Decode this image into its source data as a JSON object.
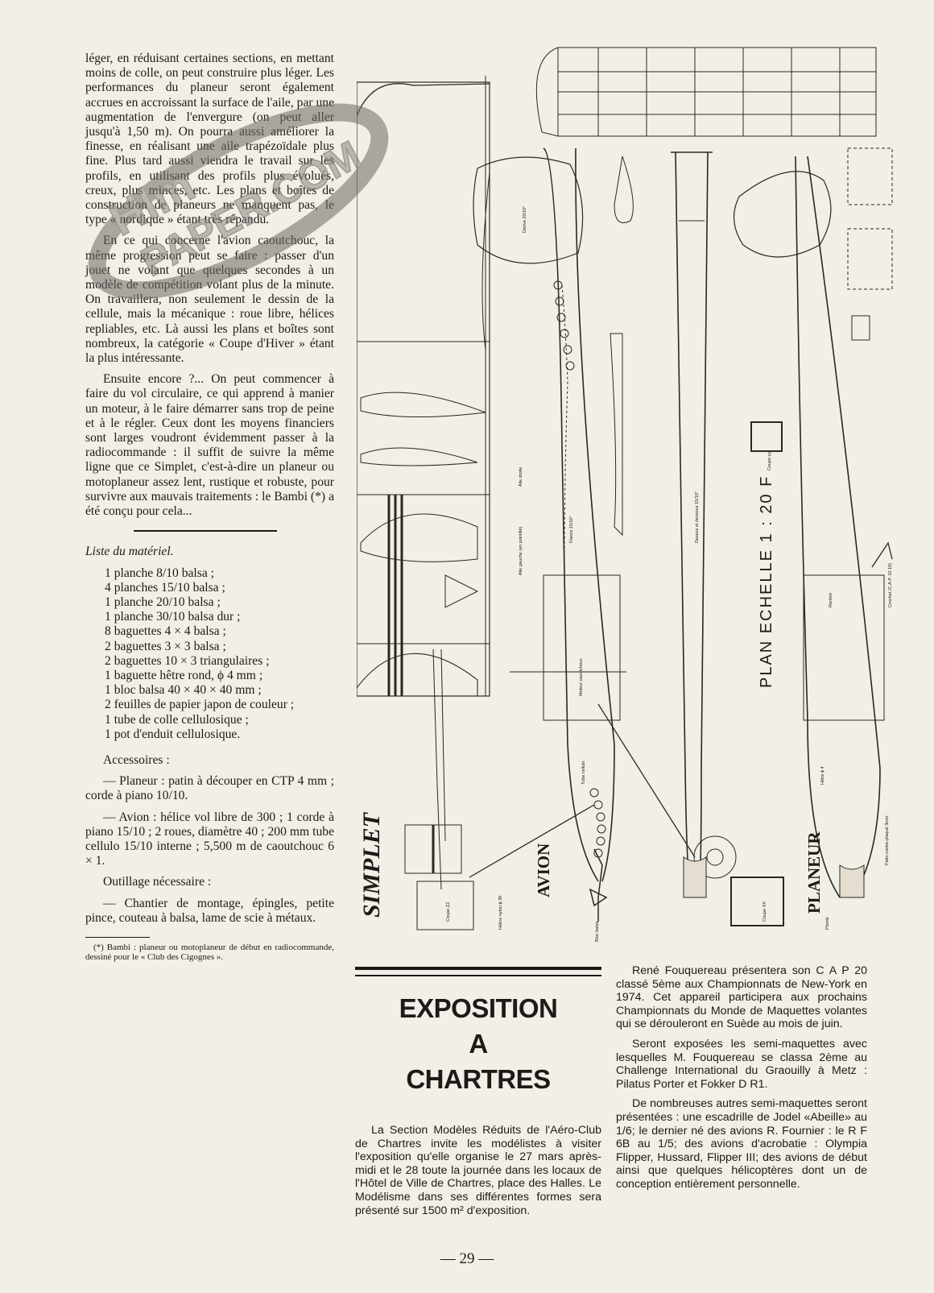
{
  "left_column": {
    "paragraphs": [
      "léger, en réduisant certaines sections, en mettant moins de colle, on peut construire plus léger. Les performances du planeur seront également accrues en accroissant la surface de l'aile, par une augmentation de l'envergure (on peut aller jusqu'à 1,50 m). On pourra aussi améliorer la finesse, en réalisant une aile trapézoïdale plus fine. Plus tard aussi viendra le travail sur les profils, en utilisant des profils plus évolués, creux, plus minces, etc. Les plans et boîtes de construction de planeurs ne manquent pas, le type « nordique » étant très répandu.",
      "En ce qui concerne l'avion caoutchouc, la même progression peut se faire : passer d'un jouet ne volant que quelques secondes à un modèle de compétition volant plus de la minute. On travaillera, non seulement le dessin de la cellule, mais la mécanique : roue libre, hélices repliables, etc. Là aussi les plans et boîtes sont nombreux, la catégorie « Coupe d'Hiver » étant la plus intéressante.",
      "Ensuite encore ?... On peut commencer à faire du vol circulaire, ce qui apprend à manier un moteur, à le faire démarrer sans trop de peine et à le régler. Ceux dont les moyens financiers sont larges voudront évidemment passer à la radiocommande : il suffit de suivre la même ligne que ce Simplet, c'est-à-dire un planeur ou motoplaneur assez lent, rustique et robuste, pour survivre aux mauvais traitements : le Bambi (*) a été conçu pour cela..."
    ],
    "liste_title": "Liste du matériel.",
    "materials": [
      "1 planche 8/10 balsa ;",
      "4 planches 15/10 balsa ;",
      "1 planche 20/10 balsa ;",
      "1 planche 30/10 balsa dur ;",
      "8 baguettes 4 × 4 balsa ;",
      "2 baguettes 3 × 3 balsa ;",
      "2 baguettes 10 × 3 triangulaires ;",
      "1 baguette hêtre rond, ϕ 4 mm ;",
      "1 bloc balsa 40 × 40 × 40 mm ;",
      "2 feuilles de papier japon de couleur ;",
      "1 tube de colle cellulosique ;",
      "1 pot d'enduit cellulosique."
    ],
    "accessoires_title": "Accessoires :",
    "accessoires": [
      "— Planeur : patin à découper en CTP 4 mm ; corde à piano 10/10.",
      "— Avion : hélice vol libre de 300 ; 1 corde à piano 15/10 ; 2 roues, diamètre 40 ; 200 mm tube cellulo 15/10 interne ; 5,500 m de caoutchouc 6 × 1."
    ],
    "outillage_title": "Outillage nécessaire :",
    "outillage": "— Chantier de montage, épingles, petite pince, couteau à balsa, lame de scie à métaux.",
    "footnote": "(*) Bambi : planeur ou motoplaneur de début en radiocommande, dessiné pour le « Club des Cigognes »."
  },
  "plan": {
    "simplet_label": "SIMPLET",
    "avion_label": "AVION",
    "planeur_label": "PLANEUR",
    "scale_label": "PLAN ECHELLE 1 : 20 F",
    "small_labels": {
      "coupe_yy": "Coupe yy",
      "coupe_xx": "Coupe XX",
      "coupe_zz": "Coupe ZZ",
      "aile_droite": "Aile droite",
      "aile_gauche": "Aile gauche (en pointillé)",
      "derive": "Dérive 20/10°",
      "flancs": "Flancs 15/10°",
      "tube_cellulo": "Tube cellulo",
      "moteur": "Moteur caoutchouc",
      "renfort": "Renfort",
      "crochet": "Crochet (C.A.P. 10 10)",
      "patin": "Patin contre-plaqué 3mm",
      "plomb": "Plomb",
      "bloc_balsa": "Bloc balsa",
      "helice": "Hélice nylon ϕ 30",
      "dessus_dessous": "Dessus et dessous 15/10°",
      "hetre": "Hêtre ϕ 4"
    }
  },
  "watermark": {
    "line1": "Hlm",
    "line2": "PAPER.COM"
  },
  "exposition": {
    "title_lines": [
      "EXPOSITION",
      "A",
      "CHARTRES"
    ],
    "col_mid_paragraphs": [
      "La Section Modèles Réduits de l'Aéro-Club de Chartres invite les modélistes à visiter l'exposition qu'elle organise le 27 mars après-midi et le 28 toute la journée dans les locaux de l'Hôtel de Ville de Chartres, place des Halles. Le Modélisme dans ses différentes formes sera présenté sur 1500 m² d'exposition."
    ],
    "col_right_paragraphs": [
      "René Fouquereau présentera son C A P 20 classé 5ème aux Championnats de New-York en 1974. Cet appareil participera aux prochains Championnats du Monde de Maquettes volantes qui se dérouleront en Suède au mois de juin.",
      "Seront exposées les semi-maquettes avec lesquelles M. Fouquereau se classa 2ème au Challenge International du Graouilly à Metz : Pilatus Porter et Fokker D R1.",
      "De nombreuses autres semi-maquettes seront présentées : une escadrille de Jodel «Abeille» au 1/6; le dernier né des avions R. Fournier : le R F 6B au 1/5; des avions d'acrobatie : Olympia Flipper, Hussard, Flipper III; des avions de début ainsi que quelques hélicoptères dont un de conception entièrement personnelle."
    ]
  },
  "page_number": "— 29 —"
}
